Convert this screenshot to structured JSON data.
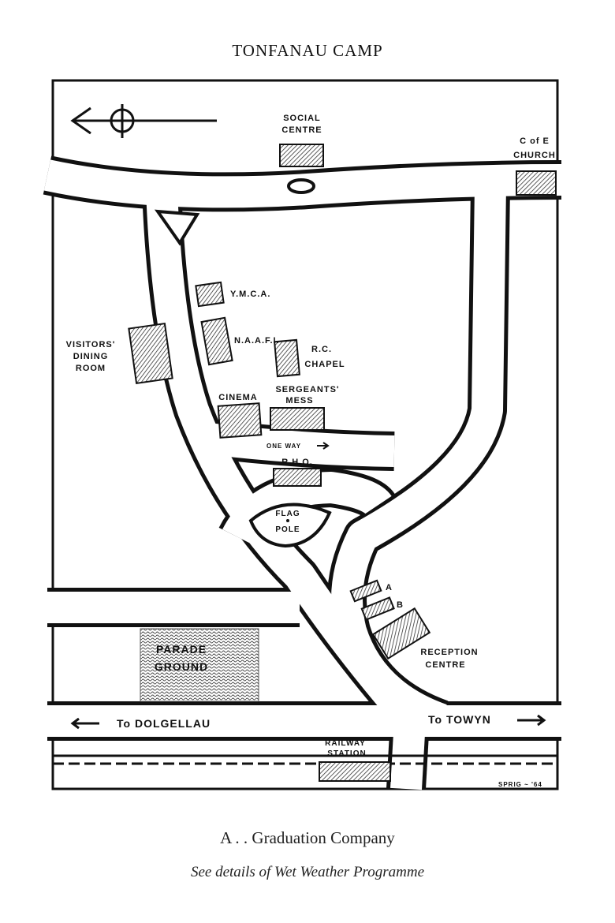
{
  "title": "TONFANAU CAMP",
  "map": {
    "labels": {
      "social_centre_1": "SOCIAL",
      "social_centre_2": "CENTRE",
      "church_1": "C of E",
      "church_2": "CHURCH",
      "ymca": "Y.M.C.A.",
      "naafi": "N.A.A.F.I.",
      "visitors_1": "VISITORS'",
      "visitors_2": "DINING",
      "visitors_3": "ROOM",
      "rc_1": "R.C.",
      "rc_2": "CHAPEL",
      "cinema": "CINEMA",
      "sergeants_1": "SERGEANTS'",
      "sergeants_2": "MESS",
      "one_way": "ONE WAY",
      "rhq": "R.H.Q.",
      "flag_1": "FLAG",
      "flag_2": "POLE",
      "a": "A",
      "b": "B",
      "reception_1": "RECEPTION",
      "reception_2": "CENTRE",
      "parade_1": "PARADE",
      "parade_2": "GROUND",
      "dolgellau": "To DOLGELLAU",
      "towyn": "To TOWYN",
      "railway_1": "RAILWAY",
      "railway_2": "STATION",
      "signature": "SPRIG ~ '64"
    },
    "icons": [
      "north-compass-arrow-icon",
      "left-arrow-icon",
      "right-arrow-icon",
      "one-way-arrow-icon"
    ]
  },
  "caption": {
    "line1": "A . . Graduation Company",
    "line2": "See details of Wet Weather Programme"
  }
}
